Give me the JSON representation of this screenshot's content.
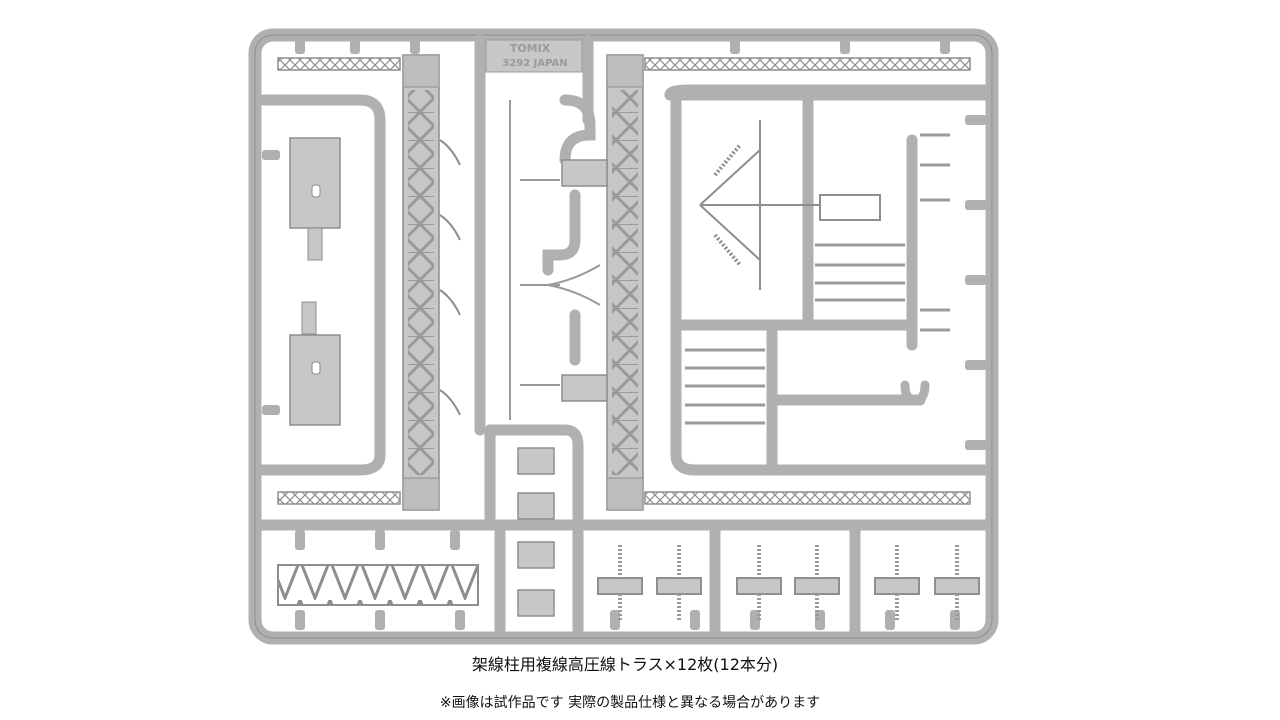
{
  "image": {
    "subject": "plastic model sprue",
    "colors": {
      "plastic": "#c7c7c7",
      "runner": "#b0b0b0",
      "outline": "#8e8e8e",
      "background": "#ffffff",
      "caption_text": "#111111"
    }
  },
  "sprue_marking": {
    "brand": "TOMIX",
    "code_line": "3292 JAPAN"
  },
  "caption": {
    "product": "架線柱用複線高圧線トラス×12枚(12本分)",
    "disclaimer": "※画像は試作品です 実際の製品仕様と異なる場合があります"
  }
}
